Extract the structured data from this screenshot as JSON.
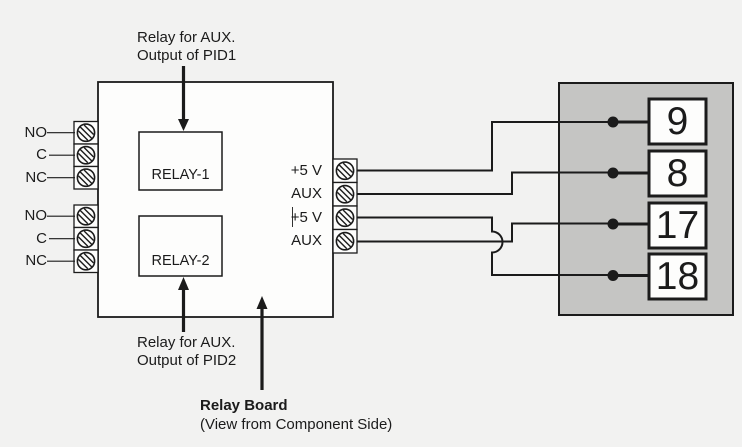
{
  "colors": {
    "background": "#f2f2f1",
    "line": "#1b1b1b",
    "connector_fill": "#c5c5c3",
    "box_fill": "#fdfdfc"
  },
  "annotations": {
    "relay1_note": {
      "line1": "Relay for AUX.",
      "line2": "Output of PID1"
    },
    "relay2_note": {
      "line1": "Relay for AUX.",
      "line2": "Output of PID2"
    },
    "board_caption": {
      "title": "Relay Board",
      "subtitle": "(View from Component Side)"
    }
  },
  "relay_board": {
    "relay1_label": "RELAY-1",
    "relay2_label": "RELAY-2",
    "left_terminals_group1": [
      "NO",
      "C",
      "NC"
    ],
    "left_terminals_group2": [
      "NO",
      "C",
      "NC"
    ],
    "right_terminals": [
      "+5 V",
      "AUX",
      "+5 V",
      "AUX"
    ]
  },
  "connector": {
    "pins": [
      "9",
      "8",
      "17",
      "18"
    ]
  },
  "connections": [
    {
      "terminal": "+5 V",
      "pin": "9"
    },
    {
      "terminal": "AUX",
      "pin": "8"
    },
    {
      "terminal": "+5 V",
      "pin": "18"
    },
    {
      "terminal": "AUX",
      "pin": "17"
    }
  ]
}
